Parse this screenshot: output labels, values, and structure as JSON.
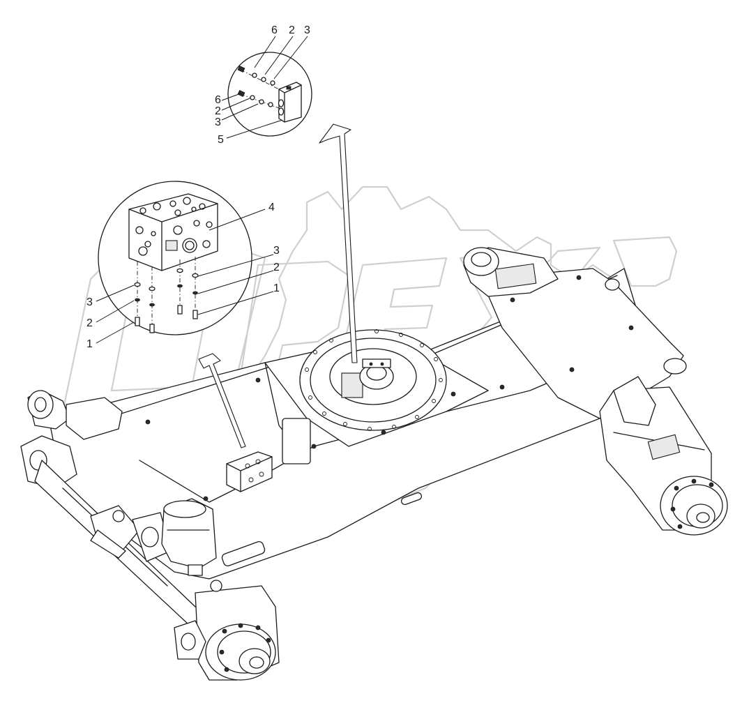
{
  "callouts": {
    "top_detail": [
      {
        "id": "td-6a",
        "text": "6"
      },
      {
        "id": "td-2a",
        "text": "2"
      },
      {
        "id": "td-3a",
        "text": "3"
      },
      {
        "id": "td-6b",
        "text": "6"
      },
      {
        "id": "td-2b",
        "text": "2"
      },
      {
        "id": "td-3b",
        "text": "3"
      },
      {
        "id": "td-5",
        "text": "5"
      }
    ],
    "valve_detail": [
      {
        "id": "vd-4",
        "text": "4"
      },
      {
        "id": "vd-3r",
        "text": "3"
      },
      {
        "id": "vd-2r",
        "text": "2"
      },
      {
        "id": "vd-1r",
        "text": "1"
      },
      {
        "id": "vd-3l",
        "text": "3"
      },
      {
        "id": "vd-2l",
        "text": "2"
      },
      {
        "id": "vd-1l",
        "text": "1"
      }
    ]
  }
}
